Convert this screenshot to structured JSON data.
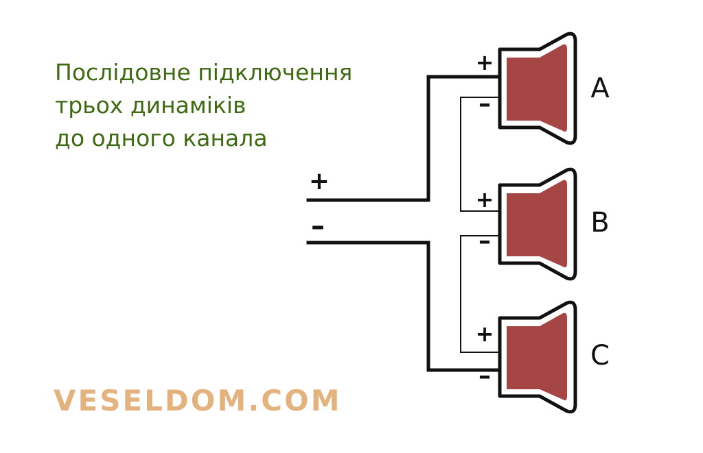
{
  "title": {
    "lines": [
      "Послідовне підключення",
      "трьох динаміків",
      "до одного канала"
    ]
  },
  "source_terminals": {
    "plus": "+",
    "minus": "–"
  },
  "speakers": [
    {
      "label": "A",
      "plus": "+",
      "minus": "–"
    },
    {
      "label": "B",
      "plus": "+",
      "minus": "–"
    },
    {
      "label": "C",
      "plus": "+",
      "minus": "–"
    }
  ],
  "watermark": "VESELDOM.COM",
  "colors": {
    "title": "#3e6b12",
    "speaker_fill": "#a54544",
    "wire": "#111111",
    "watermark": "#e3b27d"
  }
}
